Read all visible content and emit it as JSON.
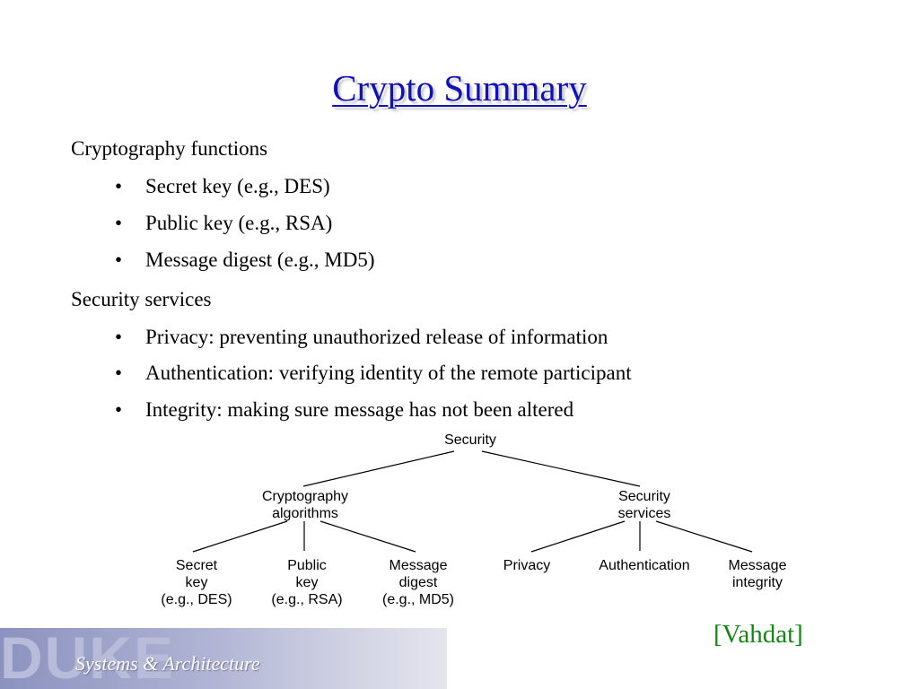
{
  "title": "Crypto Summary",
  "sections": [
    {
      "heading": "Cryptography functions",
      "bullets": [
        "Secret key (e.g., DES)",
        "Public key (e.g., RSA)",
        "Message digest (e.g., MD5)"
      ]
    },
    {
      "heading": "Security services",
      "bullets": [
        "Privacy: preventing unauthorized release of information",
        "Authentication: verifying identity of the remote participant",
        "Integrity: making sure message has not been altered"
      ]
    }
  ],
  "bullet_glyph": "•",
  "tree": {
    "root": "Security",
    "crypto": "Cryptography\nalgorithms",
    "services": "Security\nservices",
    "secret": "Secret\nkey\n(e.g., DES)",
    "public": "Public\nkey\n(e.g., RSA)",
    "digest": "Message\ndigest\n(e.g., MD5)",
    "privacy": "Privacy",
    "authentication": "Authentication",
    "integrity": "Message\nintegrity"
  },
  "citation": "[Vahdat]",
  "footer": {
    "logo": "DUKE",
    "subtitle": "Systems & Architecture"
  },
  "colors": {
    "title": "#1111bb",
    "citation": "#118811"
  }
}
